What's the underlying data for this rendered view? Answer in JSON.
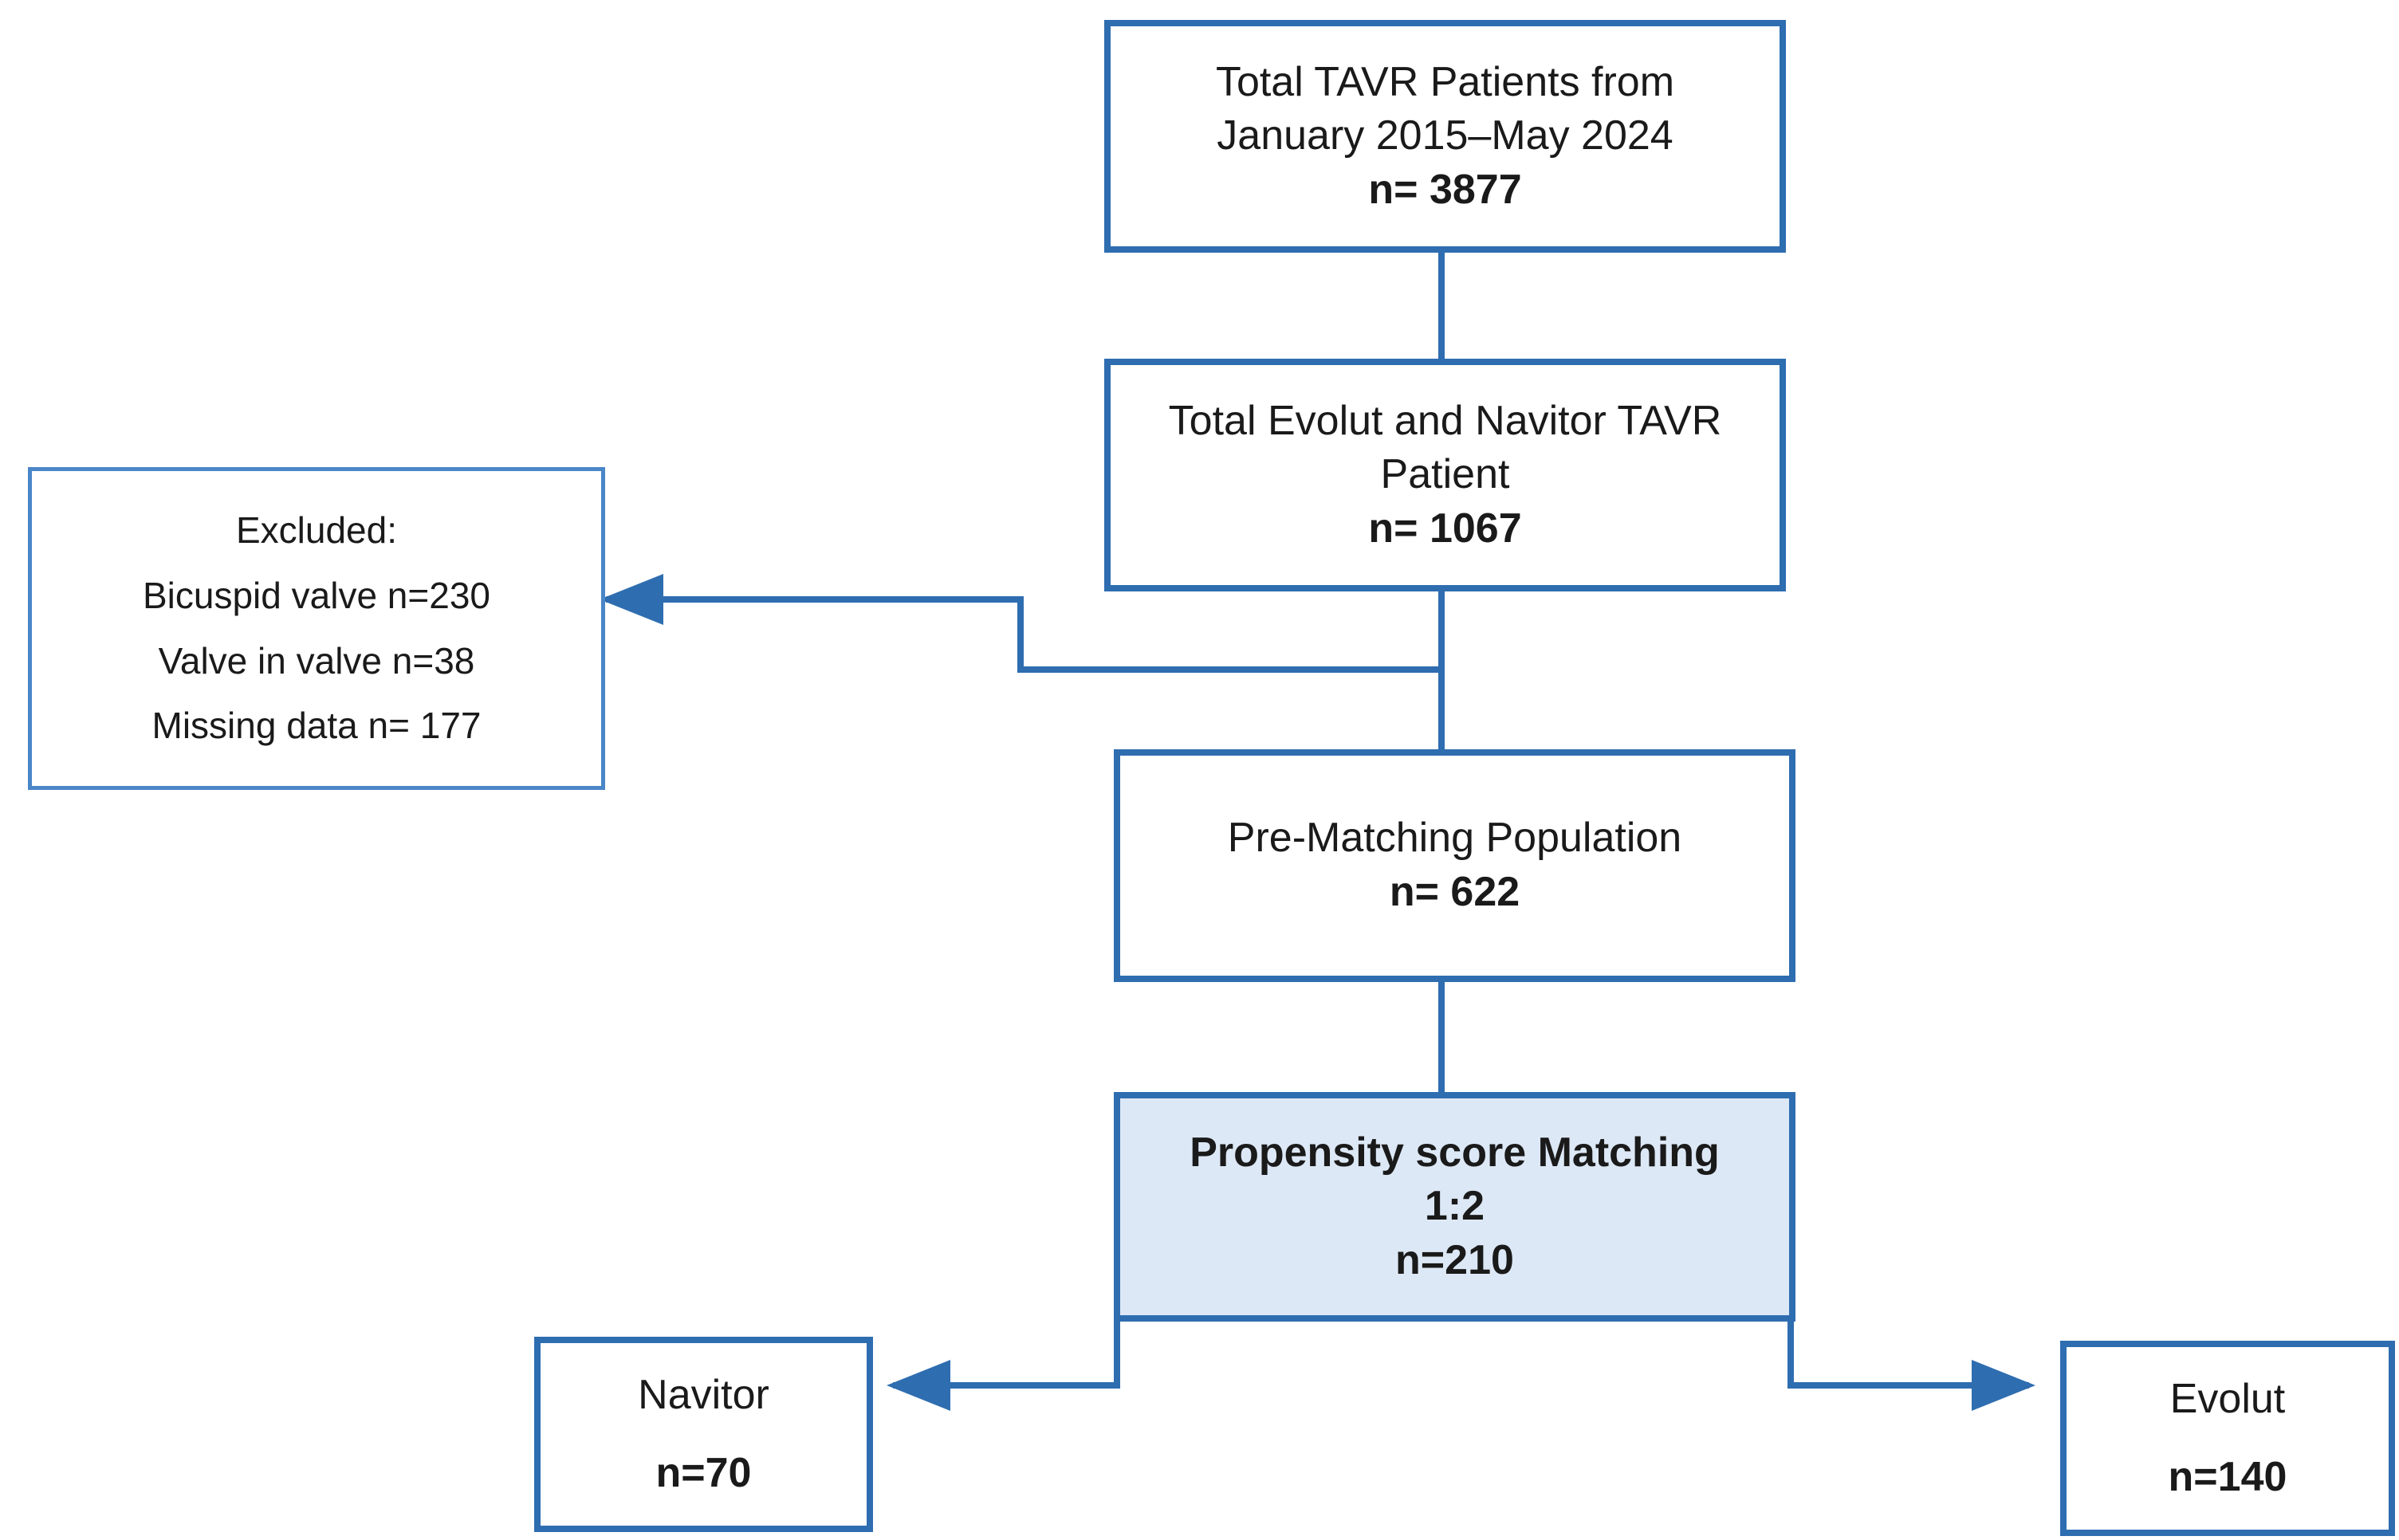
{
  "flowchart": {
    "total_box": {
      "line1": "Total TAVR Patients from",
      "line2": "January 2015–May 2024",
      "count": "n= 3877"
    },
    "evolut_navitor_box": {
      "line1": "Total Evolut and  Navitor TAVR",
      "line2": "Patient",
      "count": "n= 1067"
    },
    "excluded_box": {
      "title": "Excluded:",
      "items": [
        "Bicuspid valve n=230",
        "Valve in valve n=38",
        "Missing data n= 177"
      ]
    },
    "prematching_box": {
      "label": "Pre-Matching Population",
      "count": "n= 622"
    },
    "matching_box": {
      "line1": "Propensity score Matching",
      "line2": "1:2",
      "count": "n=210"
    },
    "navitor_box": {
      "label": "Navitor",
      "count": "n=70"
    },
    "evolut_box": {
      "label": "Evolut",
      "count": "n=140"
    }
  },
  "colors": {
    "border": "#2e6db0",
    "connector": "#2e6db0",
    "shaded_fill": "#dde8f6"
  }
}
